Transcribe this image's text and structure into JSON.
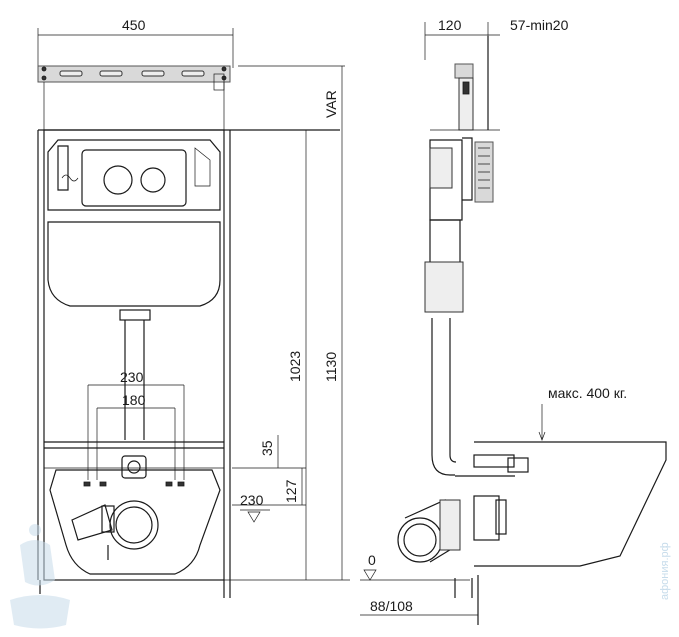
{
  "front_view": {
    "width_label": "450",
    "var_label": "VAR",
    "height_total_label": "1130",
    "height_outlet_label": "1023",
    "spacing_outer_label": "230",
    "spacing_inner_label": "180",
    "offset_small_label": "35",
    "offset_mid_label": "127",
    "drain_height_label": "230"
  },
  "side_view": {
    "depth_label": "120",
    "wall_label": "57-min20",
    "load_label": "макс. 400 кг.",
    "floor_label": "0",
    "bottom_label": "88/108"
  },
  "watermark": {
    "site": "афония.рф"
  }
}
